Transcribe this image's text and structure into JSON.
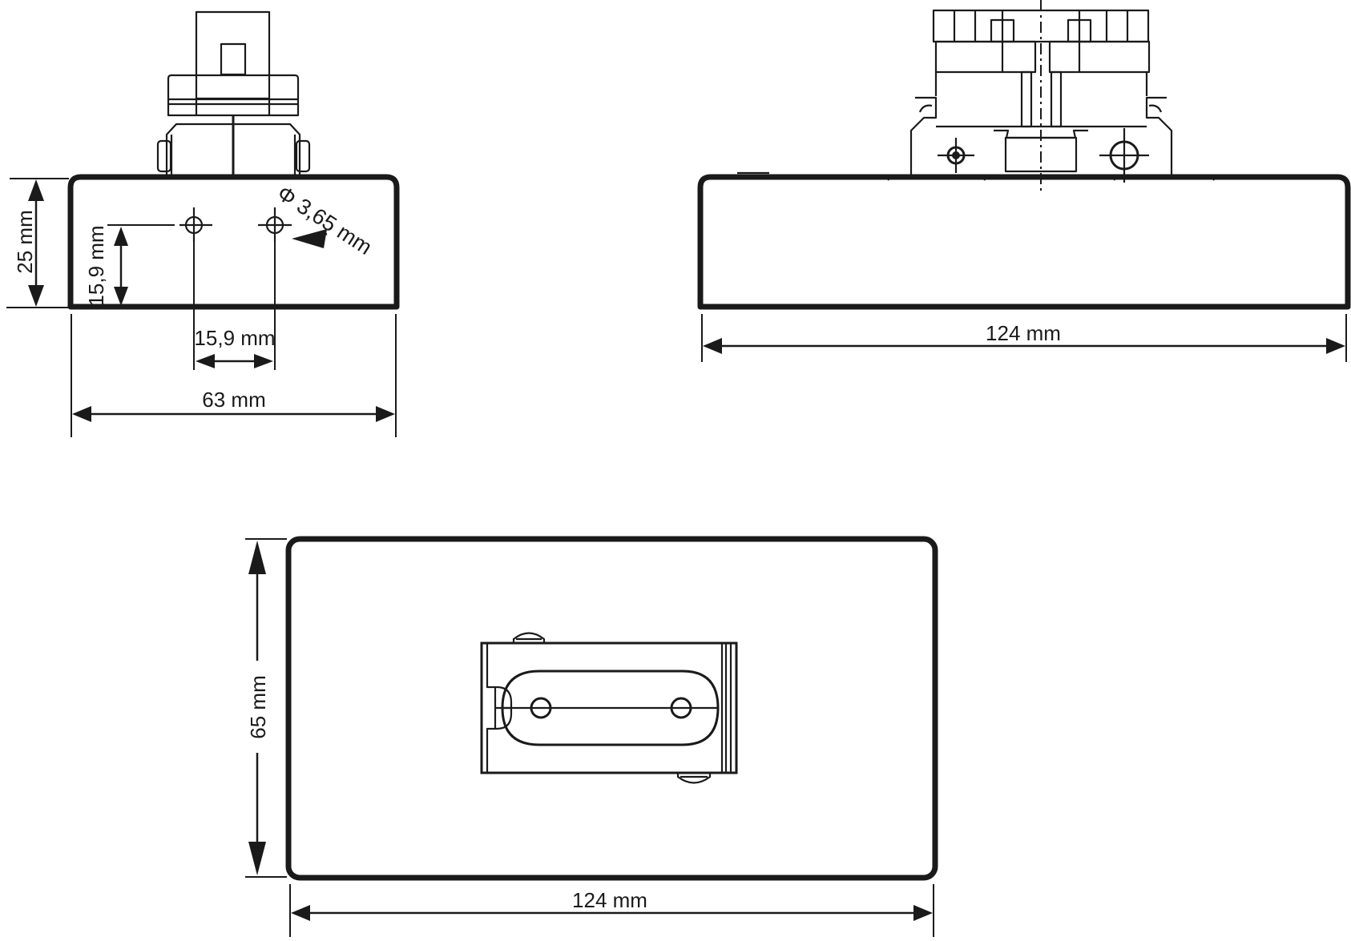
{
  "labels": {
    "front_height": "25 mm",
    "front_hole_height": "15,9 mm",
    "hole_diameter": "Φ 3,65 mm",
    "front_hole_spacing": "15,9 mm",
    "front_width": "63 mm",
    "side_length": "124 mm",
    "top_depth": "65 mm",
    "top_length": "124 mm"
  },
  "colors": {
    "line": "#1a1a1a",
    "background": "#ffffff"
  }
}
